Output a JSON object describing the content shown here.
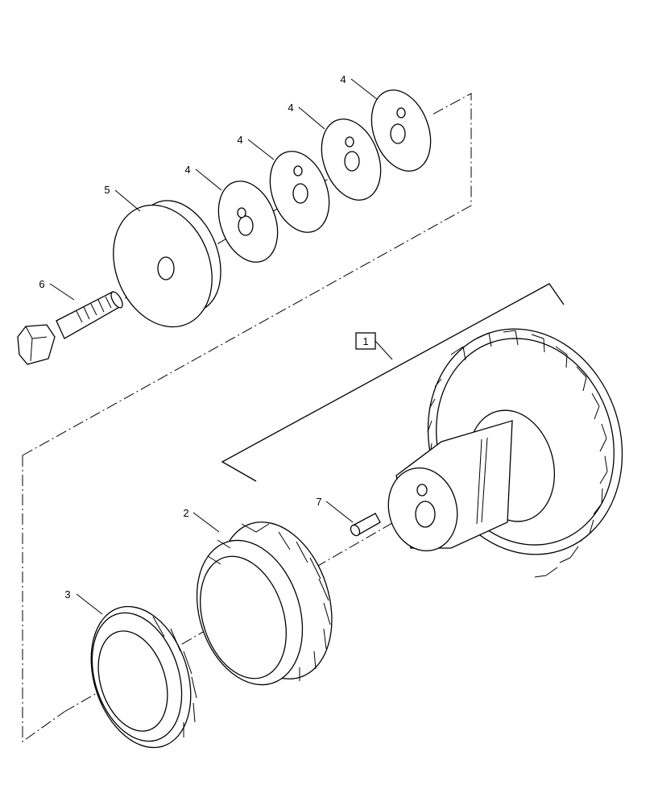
{
  "callouts": {
    "part_1": "1",
    "part_2": "2",
    "part_3": "3",
    "part_4a": "4",
    "part_4b": "4",
    "part_4c": "4",
    "part_4d": "4",
    "part_5": "5",
    "part_6": "6",
    "part_7": "7"
  }
}
